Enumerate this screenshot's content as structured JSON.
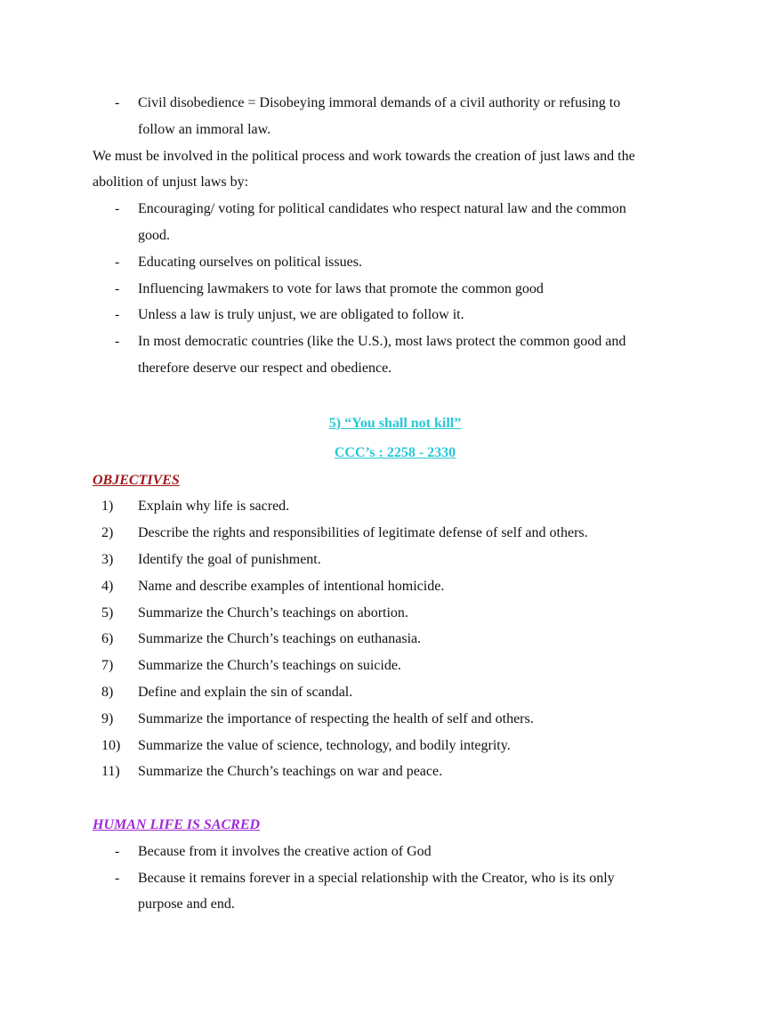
{
  "civil": {
    "bullet": "-",
    "text": "Civil disobedience = Disobeying immoral demands of a civil authority or refusing to",
    "cont": "follow an immoral law."
  },
  "intro": {
    "line1": "We must be involved in the political process and work towards the creation of just laws and the",
    "line2": "abolition of unjust laws by:"
  },
  "political_items": [
    {
      "text": "Encouraging/ voting for political candidates who respect natural law and the common",
      "cont": "good."
    },
    {
      "text": "Educating ourselves on political issues."
    },
    {
      "text": "Influencing lawmakers to vote for laws that promote the common good"
    },
    {
      "text": "Unless a law is truly unjust, we are obligated to follow it."
    },
    {
      "text": "In most democratic countries (like the U.S.), most laws protect the common good and",
      "cont": "therefore deserve our respect and obedience."
    }
  ],
  "section": {
    "title": "5) “You shall not kill”",
    "ccc": "CCC’s : 2258 - 2330"
  },
  "objectives": {
    "heading": "OBJECTIVES",
    "heading_color": "#a0181c",
    "items": [
      {
        "num": "1)",
        "text": "Explain why life is sacred."
      },
      {
        "num": "2)",
        "text": "Describe the rights and responsibilities of legitimate defense of self and others."
      },
      {
        "num": "3)",
        "text": "Identify the goal of punishment."
      },
      {
        "num": "4)",
        "text": "Name and describe examples of intentional homicide."
      },
      {
        "num": "5)",
        "text": "Summarize the Church’s teachings on abortion."
      },
      {
        "num": "6)",
        "text": "Summarize the Church’s teachings on euthanasia."
      },
      {
        "num": "7)",
        "text": "Summarize the Church’s teachings on suicide."
      },
      {
        "num": "8)",
        "text": "Define and explain the sin of scandal."
      },
      {
        "num": "9)",
        "text": "Summarize the importance of respecting the health of self and others."
      },
      {
        "num": "10)",
        "text": "Summarize the value of science, technology, and bodily integrity."
      },
      {
        "num": "11)",
        "text": "Summarize the Church’s teachings on war and peace."
      }
    ]
  },
  "human_life": {
    "heading": "HUMAN LIFE IS SACRED",
    "heading_color": "#a02ad6",
    "items": [
      {
        "text": "Because from it involves the creative action of God"
      },
      {
        "text": "Because it remains forever in a special relationship with the Creator, who is its only",
        "cont": "purpose and end."
      }
    ]
  },
  "colors": {
    "section_title": "#27c7d6",
    "text": "#111111"
  }
}
